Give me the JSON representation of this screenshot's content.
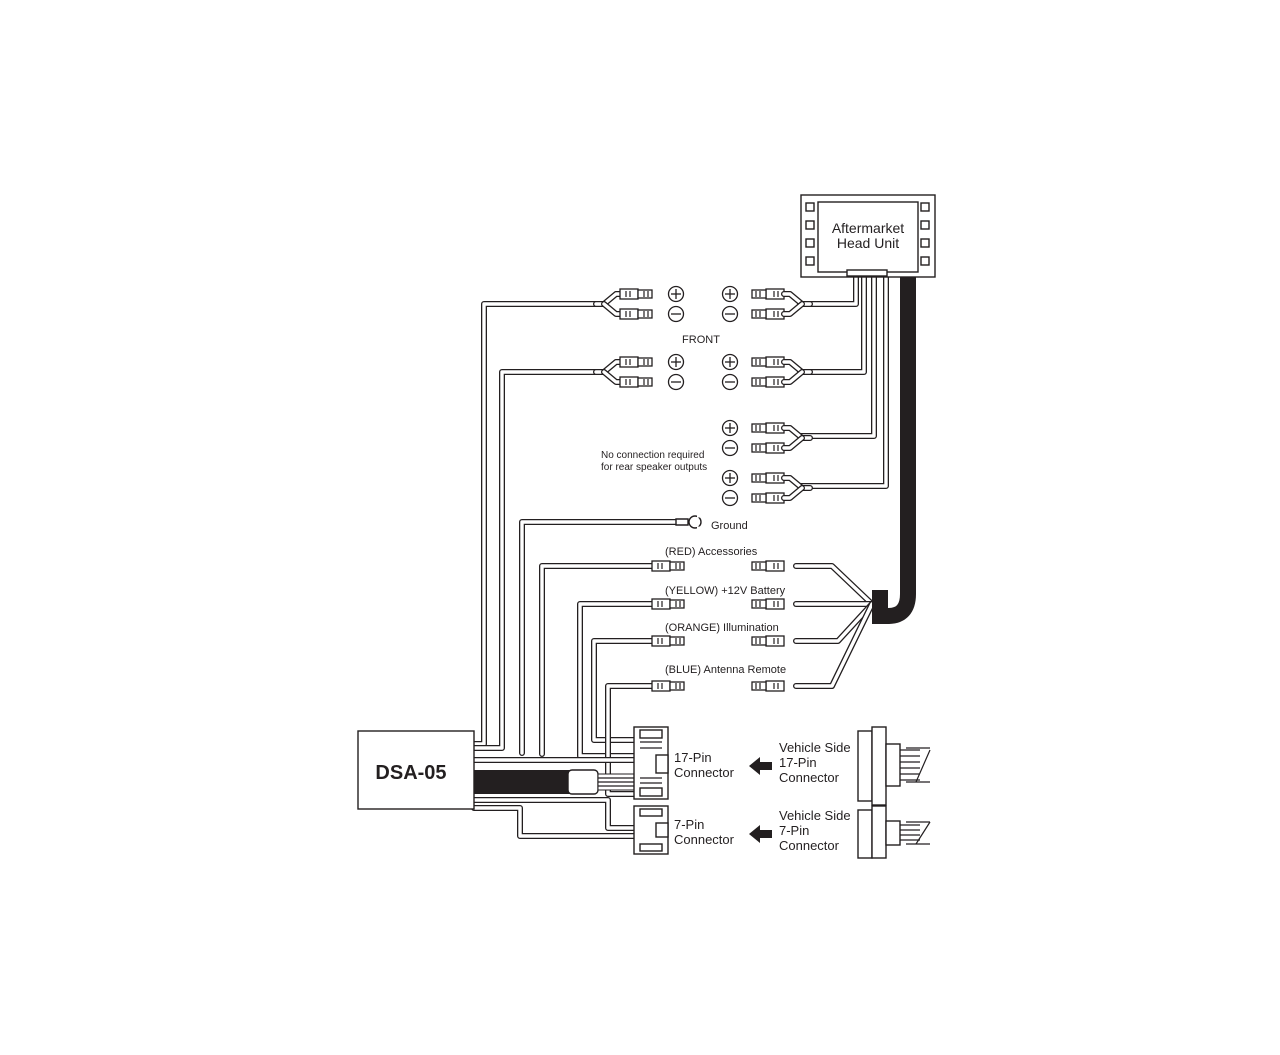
{
  "head_unit": {
    "label_line1": "Aftermarket",
    "label_line2": "Head Unit"
  },
  "module": {
    "label": "DSA-05"
  },
  "labels": {
    "front": "FRONT",
    "rear_note_line1": "No connection required",
    "rear_note_line2": "for rear speaker outputs",
    "ground": "Ground",
    "accessories": "(RED) Accessories",
    "battery": "(YELLOW) +12V Battery",
    "illumination": "(ORANGE) Illumination",
    "antenna": "(BLUE) Antenna Remote"
  },
  "connectors": {
    "pin17_line1": "17-Pin",
    "pin17_line2": "Connector",
    "pin7_line1": "7-Pin",
    "pin7_line2": "Connector",
    "vehicle17_line1": "Vehicle Side",
    "vehicle17_line2": "17-Pin",
    "vehicle17_line3": "Connector",
    "vehicle7_line1": "Vehicle Side",
    "vehicle7_line2": "7-Pin",
    "vehicle7_line3": "Connector"
  },
  "polarity": {
    "plus": "+",
    "minus": "−"
  },
  "colors": {
    "ink": "#231f20",
    "background": "#ffffff"
  },
  "icons": [
    "plus-circle-icon",
    "minus-circle-icon",
    "ring-terminal-icon",
    "arrow-left-icon"
  ]
}
